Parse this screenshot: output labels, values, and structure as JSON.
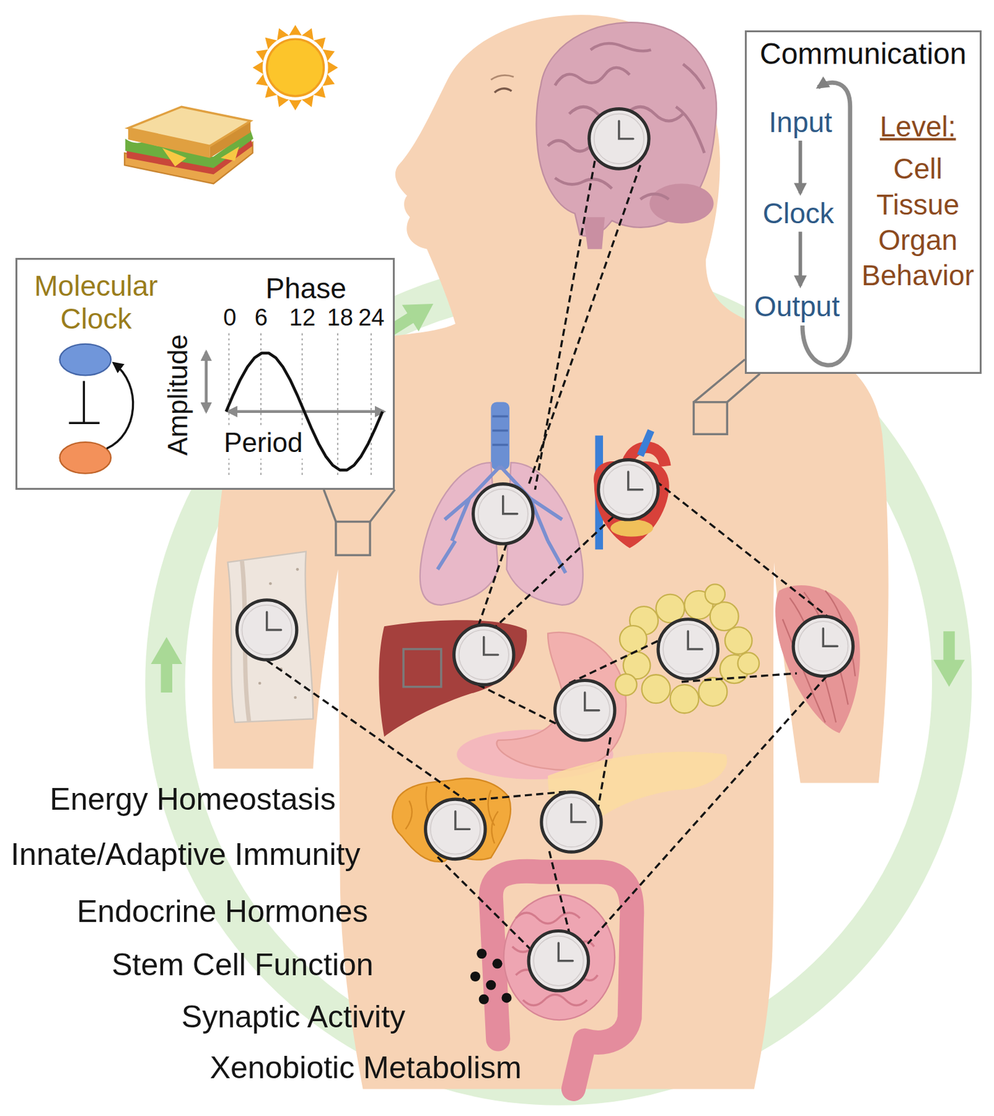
{
  "diagram": {
    "nodes": [
      {
        "text": [
          "Communication",
          "Input",
          "Clock",
          "Output",
          "Level:",
          "Cell",
          "Tissue",
          "Organ",
          "Behavior"
        ]
      },
      {
        "text": [
          "Molecular Clock",
          "Phase",
          "0",
          "6",
          "12",
          "18",
          "24",
          "Amplitude",
          "Period"
        ]
      }
    ],
    "labels": [
      "Energy Homeostasis",
      "Innate/Adaptive Immunity",
      "Endocrine Hormones",
      "Stem Cell Function",
      "Synaptic Activity",
      "Xenobiotic Metabolism"
    ]
  }
}
